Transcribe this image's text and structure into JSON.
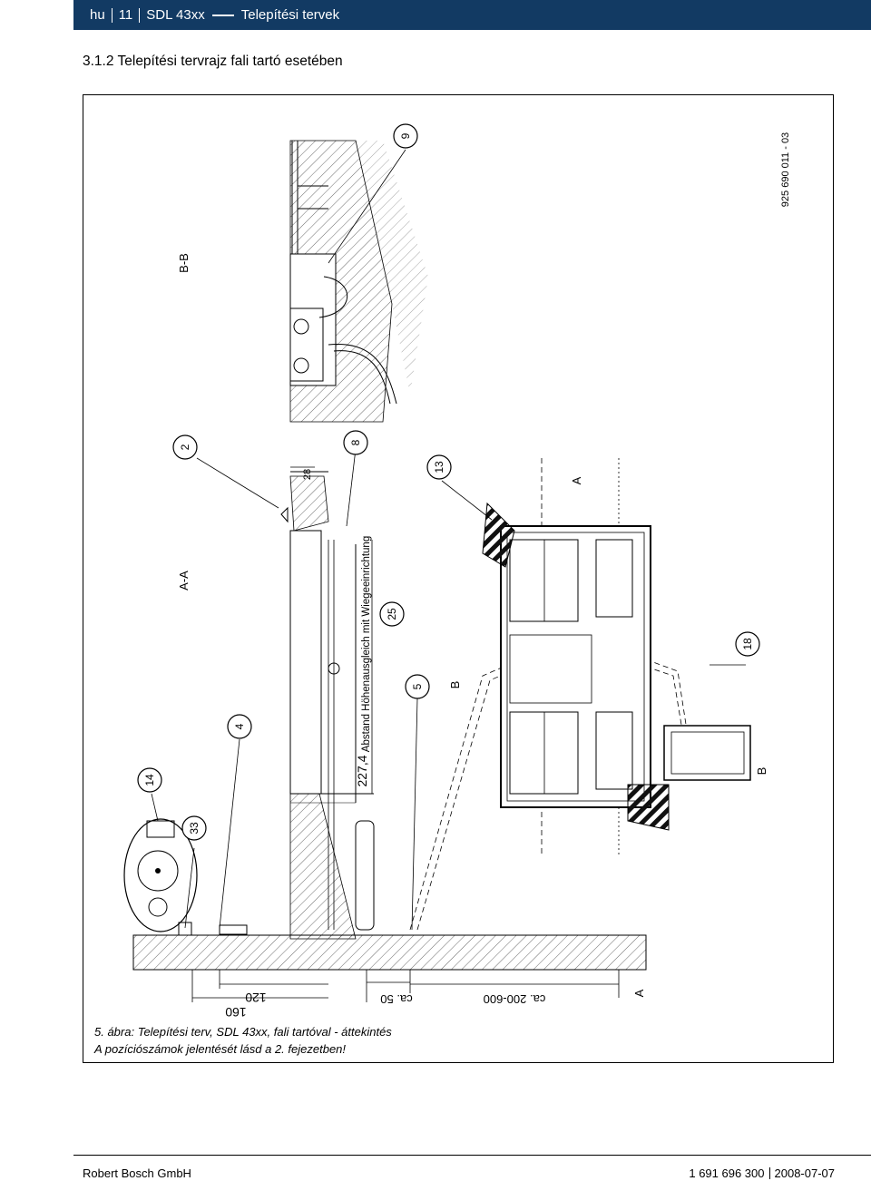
{
  "header": {
    "lang": "hu",
    "page": "11",
    "product": "SDL 43xx",
    "chapter": "Telepítési tervek"
  },
  "section_title": "3.1.2 Telepítési tervrajz fali tartó esetében",
  "drawing": {
    "doc_number": "925 690 011 - 03",
    "view_bb": "B-B",
    "view_aa": "A-A",
    "label_a_top": "A",
    "label_a_bottom": "A",
    "label_b_left": "B",
    "label_b_right": "B",
    "dim_28": "28",
    "dim_227": "227,4",
    "dim_note": "Abstand Höhenausgleich mit Wiegeeinrichtung",
    "dim_120": "120",
    "dim_160": "160",
    "dim_ca50": "ca. 50",
    "dim_ca200_600": "ca. 200-600",
    "positions": [
      "9",
      "2",
      "8",
      "13",
      "25",
      "5",
      "4",
      "14",
      "33",
      "18"
    ]
  },
  "caption": {
    "line1": "5. ábra: Telepítési terv, SDL 43xx, fali tartóval - áttekintés",
    "line2": "A pozíciószámok jelentését lásd a 2. fejezetben!"
  },
  "footer": {
    "company": "Robert Bosch GmbH",
    "doc_id": "1 691 696 300",
    "date": "2008-07-07"
  }
}
